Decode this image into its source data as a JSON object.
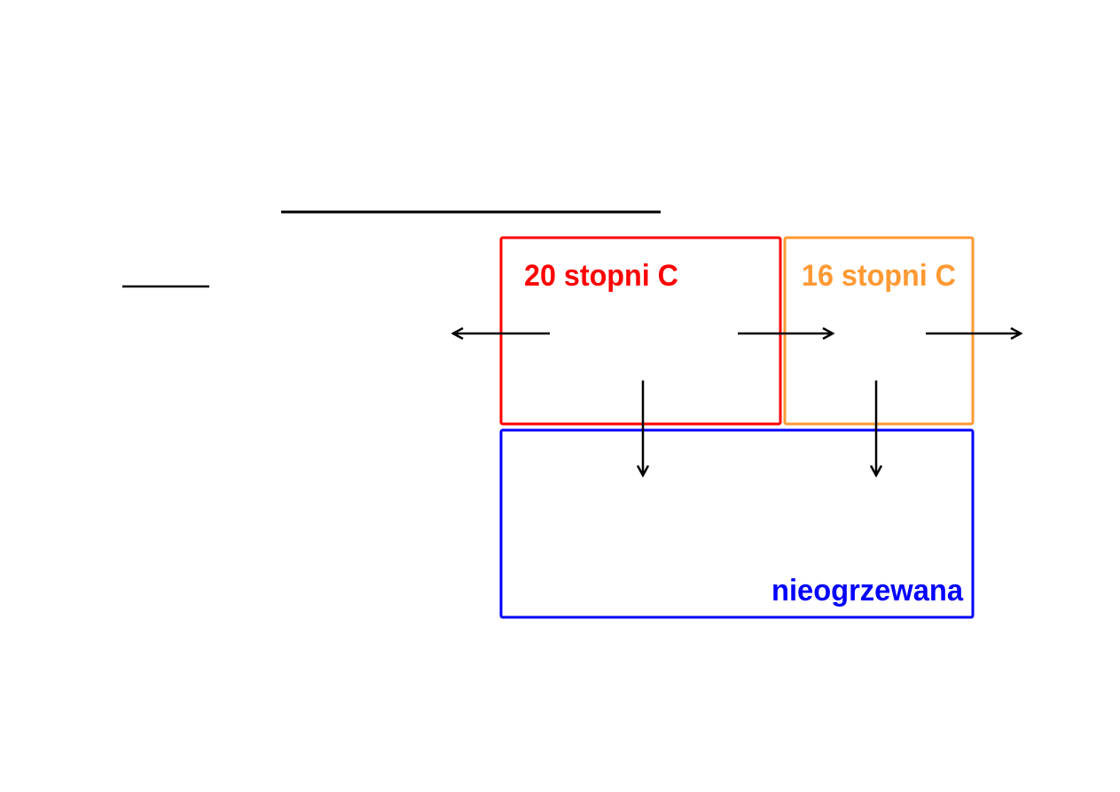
{
  "rooms": {
    "heated20": {
      "label": "20 stopni C",
      "color": "#ff0000"
    },
    "heated16": {
      "label": "16 stopni C",
      "color": "#ff9933"
    },
    "unheated": {
      "label": "nieogrzewana",
      "color": "#0000ff"
    }
  },
  "line_color": "#000000",
  "arrow_color": "#000000"
}
